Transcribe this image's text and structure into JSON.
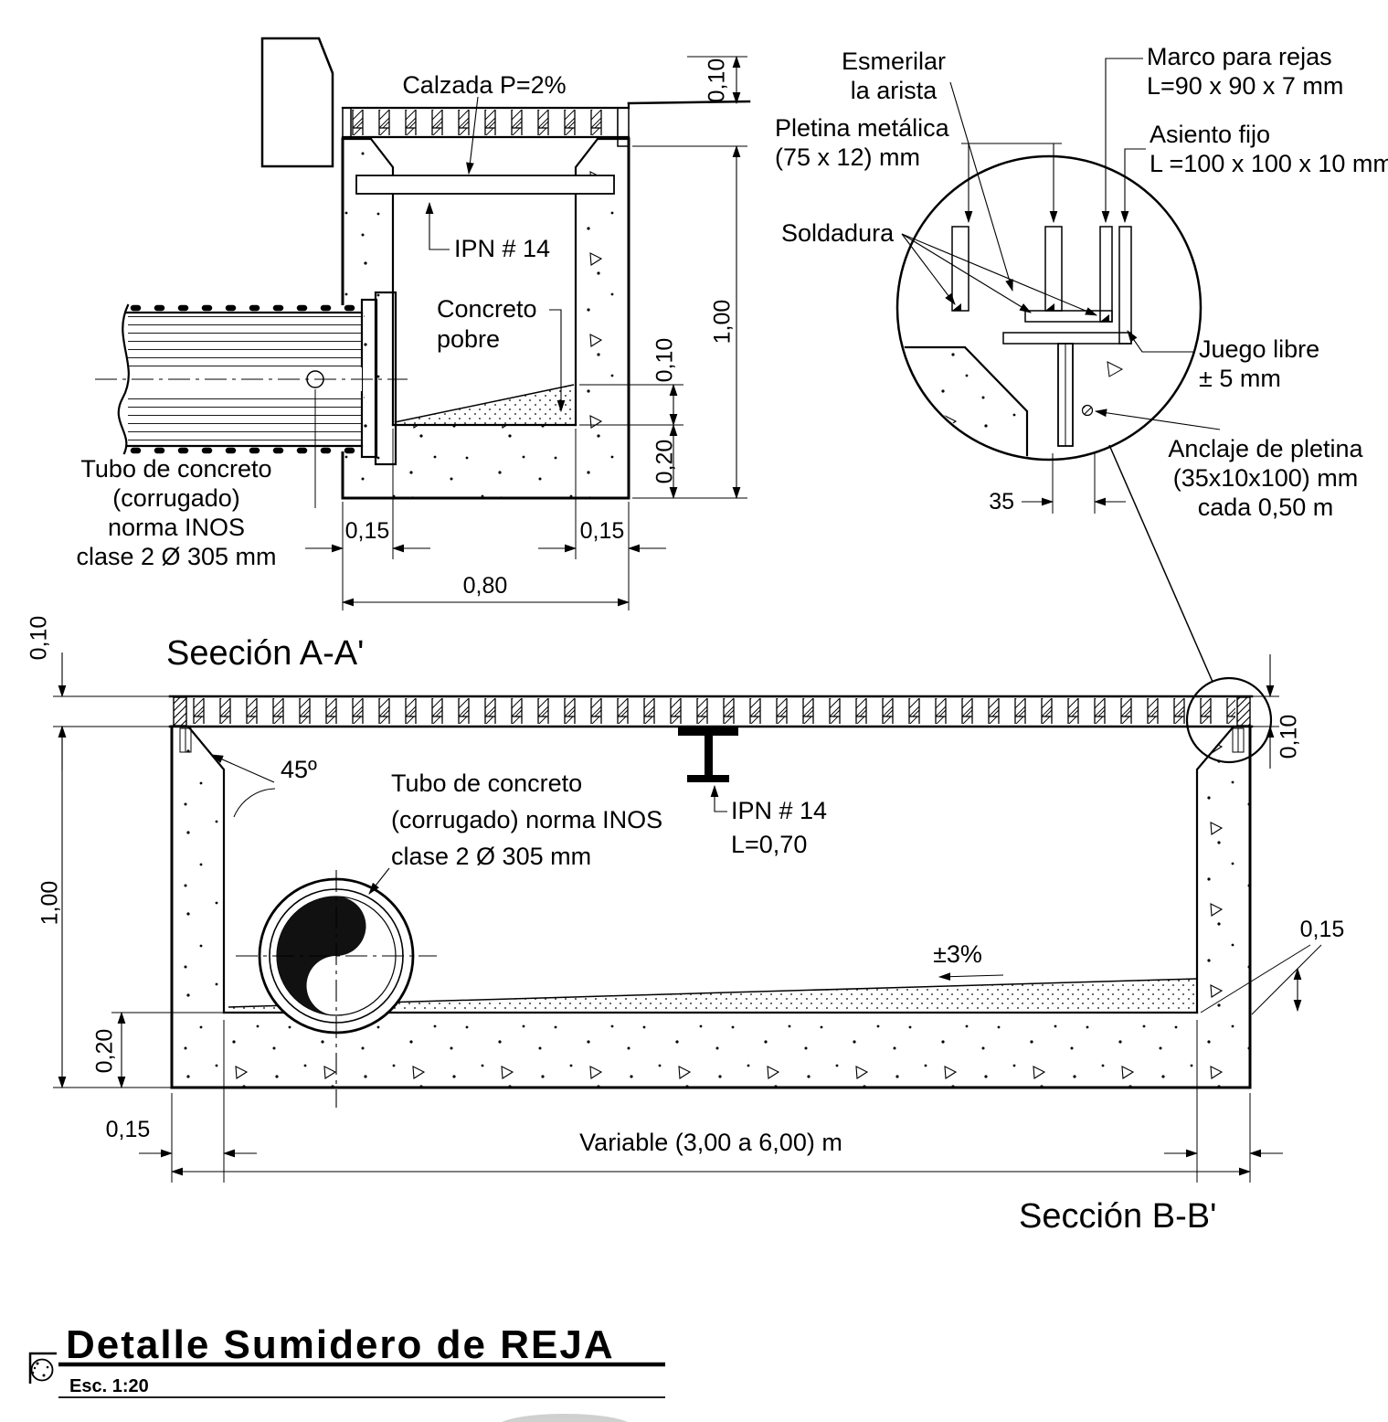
{
  "colors": {
    "ink": "#000000",
    "background": "#ffffff"
  },
  "section_a": {
    "title": "Seeción A-A'",
    "labels": {
      "calzada": "Calzada P=2%",
      "ipn": "IPN # 14",
      "concreto_1": "Concreto",
      "concreto_2": "pobre",
      "tubo_1": "Tubo de concreto",
      "tubo_2": "(corrugado)",
      "tubo_3": "norma INOS",
      "tubo_4": "clase 2 Ø 305 mm"
    },
    "dims": {
      "top_010": "0,10",
      "height_100": "1,00",
      "mid_010": "0,10",
      "slab_020": "0,20",
      "wall_left_015": "0,15",
      "wall_right_015": "0,15",
      "width_080": "0,80"
    }
  },
  "detail": {
    "labels": {
      "esmerilar_1": "Esmerilar",
      "esmerilar_2": "la arista",
      "marco_1": "Marco para rejas",
      "marco_2": "L=90 x 90 x 7 mm",
      "pletina_1": "Pletina metálica",
      "pletina_2": "(75 x 12) mm",
      "asiento_1": "Asiento fijo",
      "asiento_2": "L =100 x 100 x 10 mm",
      "soldadura": "Soldadura",
      "juego_1": "Juego libre",
      "juego_2": "± 5 mm",
      "anclaje_1": "Anclaje de pletina",
      "anclaje_2": "(35x10x100) mm",
      "anclaje_3": "cada 0,50 m"
    },
    "dims": {
      "plate_35": "35"
    }
  },
  "section_b": {
    "title": "Sección B-B'",
    "labels": {
      "angle_45": "45º",
      "tubo_1": "Tubo de concreto",
      "tubo_2": "(corrugado) norma INOS",
      "tubo_3": "clase 2 Ø 305 mm",
      "ipn_1": "IPN # 14",
      "ipn_2": "L=0,70",
      "slope": "±3%"
    },
    "dims": {
      "grate_010": "0,10",
      "height_100": "1,00",
      "slab_020": "0,20",
      "wall_015": "0,15",
      "length_variable": "Variable (3,00 a 6,00) m",
      "right_010": "0,10",
      "right_015": "0,15"
    }
  },
  "title_block": {
    "title": "Detalle Sumidero de REJA",
    "scale": "Esc. 1:20"
  }
}
